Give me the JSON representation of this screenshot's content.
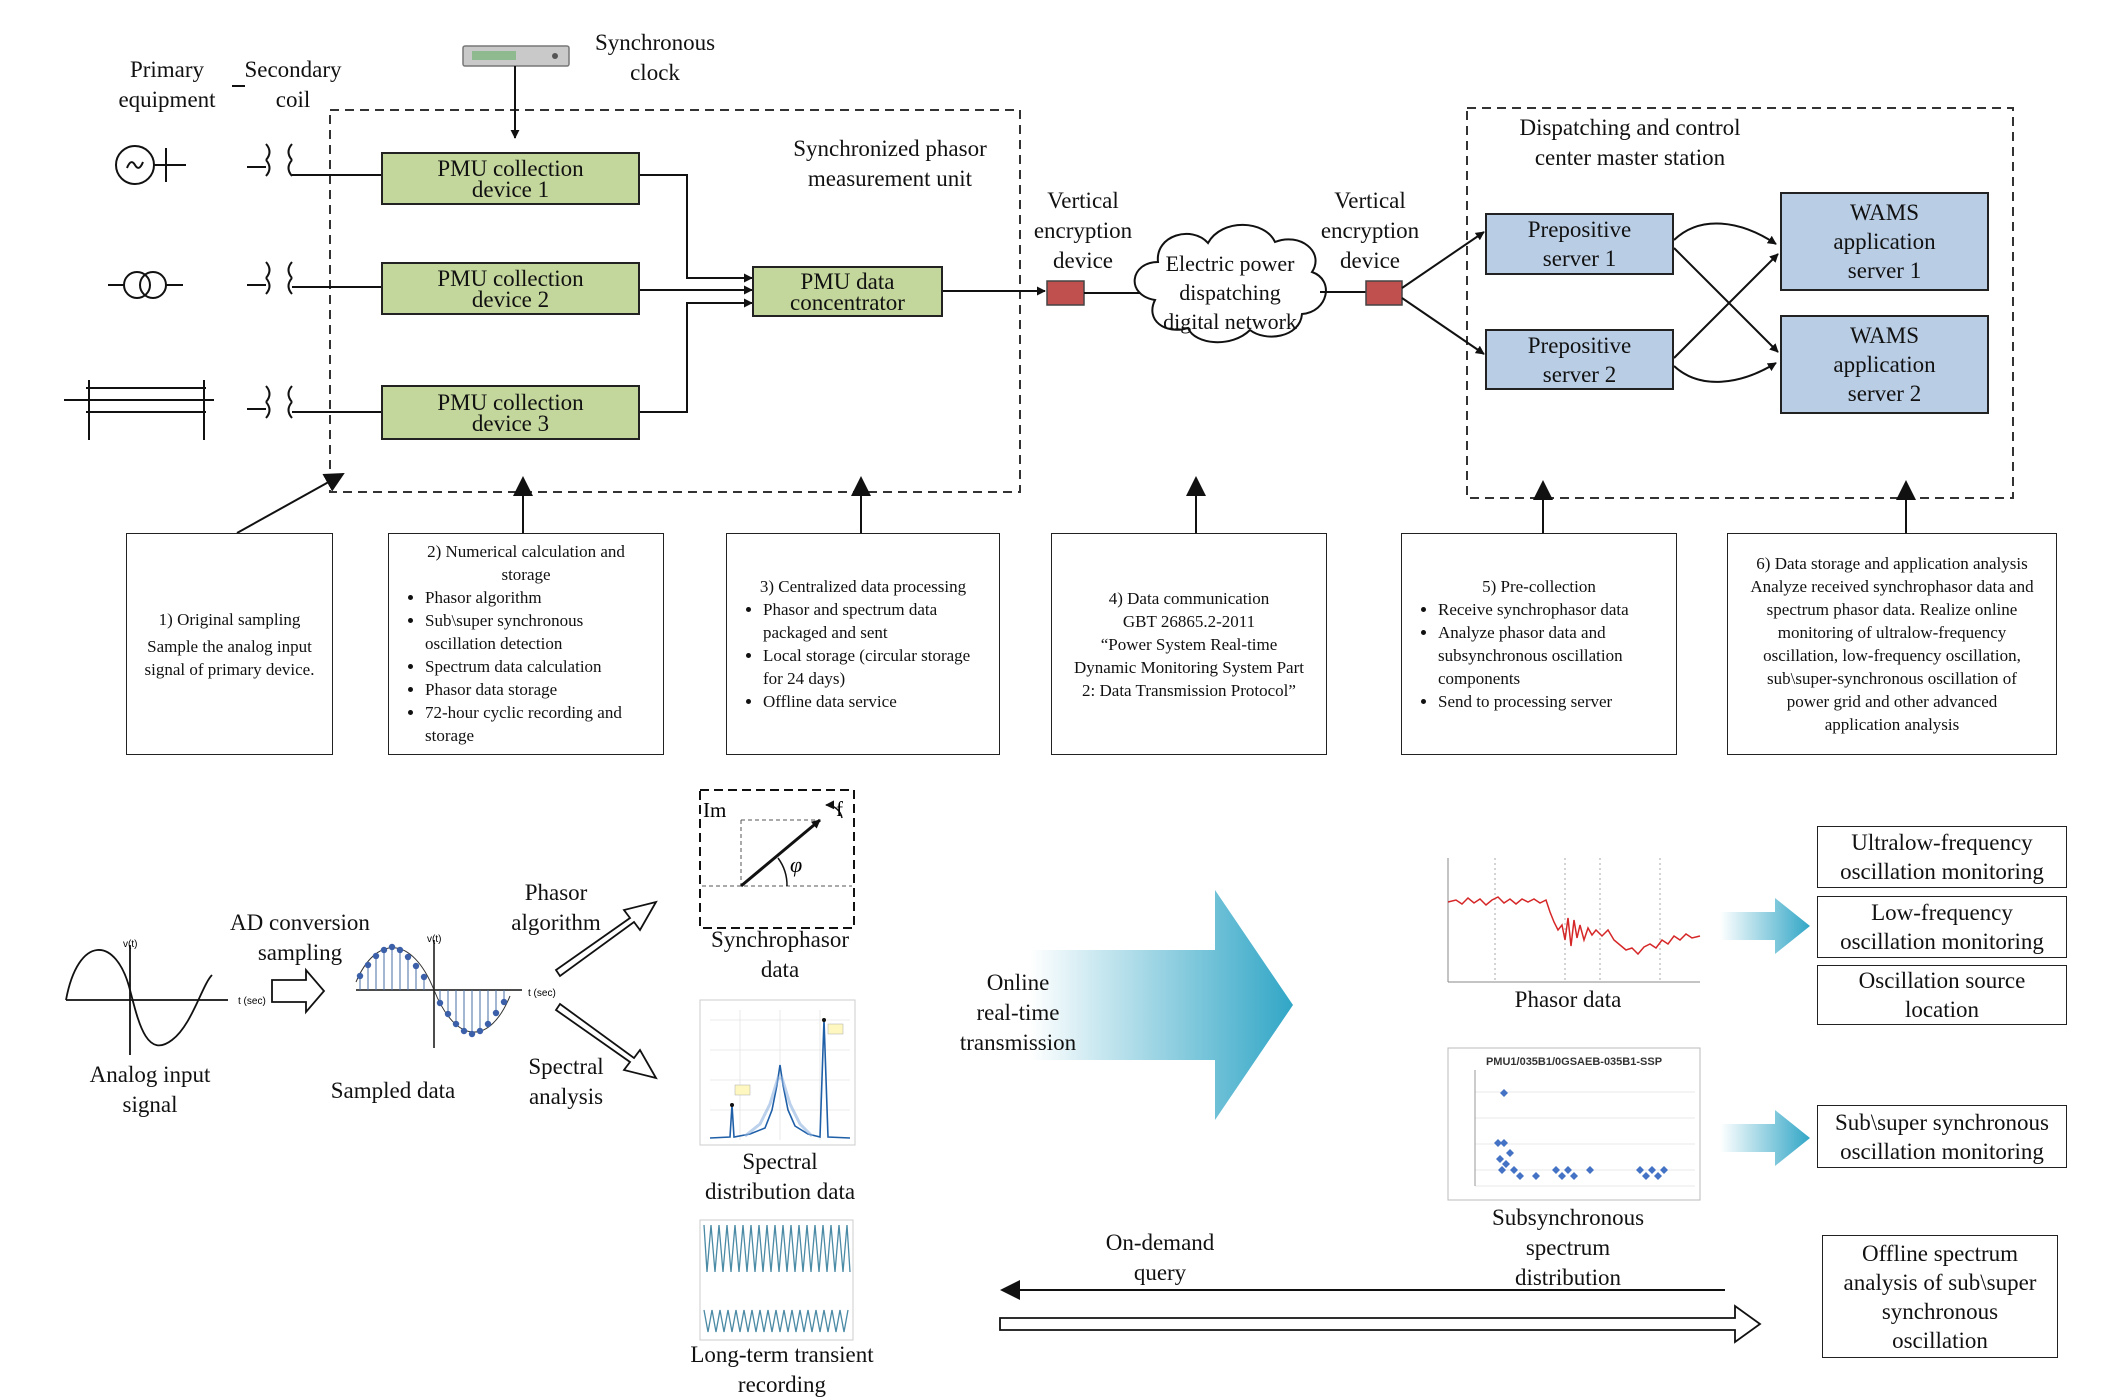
{
  "top": {
    "primary_equipment": "Primary\nequipment",
    "secondary_coil": "Secondary\ncoil",
    "sync_clock": "Synchronous\nclock",
    "pmu_unit_title": "Synchronized phasor\nmeasurement unit",
    "pmu_devices": [
      "PMU collection\ndevice 1",
      "PMU collection\ndevice 2",
      "PMU collection\ndevice 3"
    ],
    "concentrator": "PMU data\nconcentrator",
    "vertical_enc_1": "Vertical\nencryption\ndevice",
    "vertical_enc_2": "Vertical\nencryption\ndevice",
    "network": "Electric power\ndispatching\ndigital network",
    "master_title": "Dispatching and control\ncenter master station",
    "prepositive_1": "Prepositive\nserver 1",
    "prepositive_2": "Prepositive\nserver 2",
    "wams_1": "WAMS\napplication\nserver 1",
    "wams_2": "WAMS\napplication\nserver 2"
  },
  "steps": {
    "s1_title": "1) Original sampling",
    "s1_body": "Sample the analog input\nsignal of primary device.",
    "s2_title": "2) Numerical calculation and\nstorage",
    "s2_items": [
      "Phasor algorithm",
      "Sub\\super synchronous oscillation detection",
      "Spectrum data calculation",
      "Phasor data storage",
      "72-hour cyclic recording and storage"
    ],
    "s3_title": "3) Centralized data processing",
    "s3_items": [
      "Phasor and spectrum data packaged and sent",
      "Local storage (circular storage for 24 days)",
      "Offline data service"
    ],
    "s4_text": "4) Data communication\nGBT 26865.2-2011\n“Power System Real-time\nDynamic Monitoring System Part\n2: Data Transmission Protocol”",
    "s5_title": "5) Pre-collection",
    "s5_items": [
      "Receive synchrophasor data",
      "Analyze phasor data and subsynchronous oscillation components",
      "Send to processing server"
    ],
    "s6_text": "6) Data storage and application analysis\nAnalyze received synchrophasor data and\nspectrum phasor data. Realize online\nmonitoring of ultralow-frequency\noscillation, low-frequency oscillation,\nsub\\super-synchronous oscillation of\npower grid and other advanced\napplication analysis"
  },
  "bottom": {
    "analog_input": "Analog input\nsignal",
    "ad_conversion": "AD conversion\nsampling",
    "sampled_data": "Sampled data",
    "phasor_algorithm": "Phasor\nalgorithm",
    "spectral_analysis": "Spectral\nanalysis",
    "synchrophasor_data": "Synchrophasor\ndata",
    "spectral_distribution": "Spectral\ndistribution data",
    "long_term": "Long-term transient\nrecording",
    "online_transmission": "Online\nreal-time\ntransmission",
    "phasor_data": "Phasor data",
    "subsync_spectrum": "Subsynchronous\nspectrum\ndistribution",
    "on_demand_query": "On-demand\nquery",
    "ultralow": "Ultralow-frequency\noscillation monitoring",
    "lowfreq": "Low-frequency\noscillation monitoring",
    "osc_source": "Oscillation source\nlocation",
    "subsuper": "Sub\\super synchronous\noscillation monitoring",
    "offline": "Offline spectrum\nanalysis of sub\\super\nsynchronous\noscillation",
    "vt": "v(t)",
    "tsec": "t (sec)",
    "im": "Im",
    "f": "f",
    "phi": "φ",
    "subsync_chart_title": "PMU1/035B1/0GSAEB-035B1-SSP"
  },
  "colors": {
    "pmu_green": "#c3d69b",
    "server_blue": "#b9cde5",
    "enc_red": "#c0504d",
    "teal_arrow": "#4bacc6",
    "phasor_trace": "#d62728",
    "spectrum_blue": "#1f5fa8",
    "scatter_blue": "#4472c4"
  }
}
